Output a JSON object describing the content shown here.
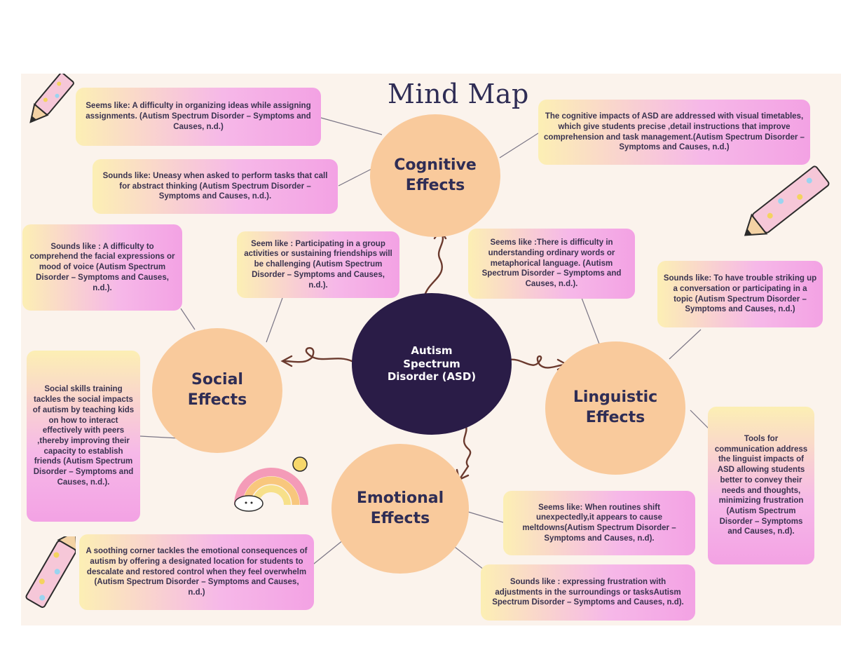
{
  "title": "Mind Map",
  "center": {
    "line1": "Autism",
    "line2": "Spectrum",
    "line3": "Disorder (ASD)"
  },
  "branches": {
    "cognitive": {
      "line1": "Cognitive",
      "line2": "Effects"
    },
    "social": {
      "line1": "Social",
      "line2": "Effects"
    },
    "linguistic": {
      "line1": "Linguistic",
      "line2": "Effects"
    },
    "emotional": {
      "line1": "Emotional",
      "line2": "Effects"
    }
  },
  "notes": {
    "cog_seems": "Seems like: A difficulty in organizing ideas while assigning assignments.   (Autism Spectrum Disorder – Symptoms and Causes, n.d.)",
    "cog_sounds": "Sounds like: Uneasy when asked to perform tasks that call for abstract thinking (Autism Spectrum Disorder – Symptoms and Causes, n.d.).",
    "cog_strategy": "The cognitive impacts of ASD are addressed with visual timetables, which give students precise ,detail instructions that improve  comprehension and task management.(Autism Spectrum Disorder – Symptoms and Causes, n.d.)",
    "soc_sounds": "Sounds like : A difficulty to comprehend the facial expressions or mood of voice (Autism Spectrum Disorder – Symptoms and Causes, n.d.).",
    "soc_seems": "Seem like : Participating in a group activities or sustaining friendships will be challenging (Autism Spectrum Disorder – Symptoms and Causes, n.d.).",
    "soc_strategy": "Social skills training tackles  the social impacts of autism by teaching kids on how to interact effectively with peers ,thereby improving their capacity to establish friends (Autism Spectrum Disorder – Symptoms and Causes, n.d.).",
    "lin_seems": "Seems like :There is difficulty in understanding  ordinary words or metaphorical language. (Autism Spectrum Disorder – Symptoms and Causes, n.d.).",
    "lin_sounds": "Sounds like: To have trouble striking up a conversation or participating in a topic (Autism Spectrum Disorder – Symptoms and Causes, n.d.)",
    "lin_strategy": "Tools for communication address the linguist impacts of  ASD allowing students better to convey their needs and thoughts, minimizing frustration (Autism Spectrum Disorder – Symptoms and Causes, n.d).",
    "emo_strategy": "A soothing corner tackles the emotional consequences of autism by offering a designated location for students to descalate and restored control  when they feel overwhelm (Autism Spectrum Disorder – Symptoms and Causes, n.d.)",
    "emo_seems": "Seems like: When routines shift unexpectedly,it appears to cause meltdowns(Autism Spectrum Disorder – Symptoms and Causes, n.d).",
    "emo_sounds": "Sounds like : expressing frustration with adjustments in the surroundings or tasksAutism Spectrum Disorder – Symptoms and Causes, n.d)."
  },
  "colors": {
    "background": "#fbf3ec",
    "node": "#f9ca9c",
    "center": "#2a1c47",
    "title": "#2f2d55",
    "arrow": "#6b3a2e"
  },
  "decorations": [
    "pencil-illustration",
    "pencil-illustration",
    "pencil-illustration",
    "rainbow-illustration"
  ]
}
